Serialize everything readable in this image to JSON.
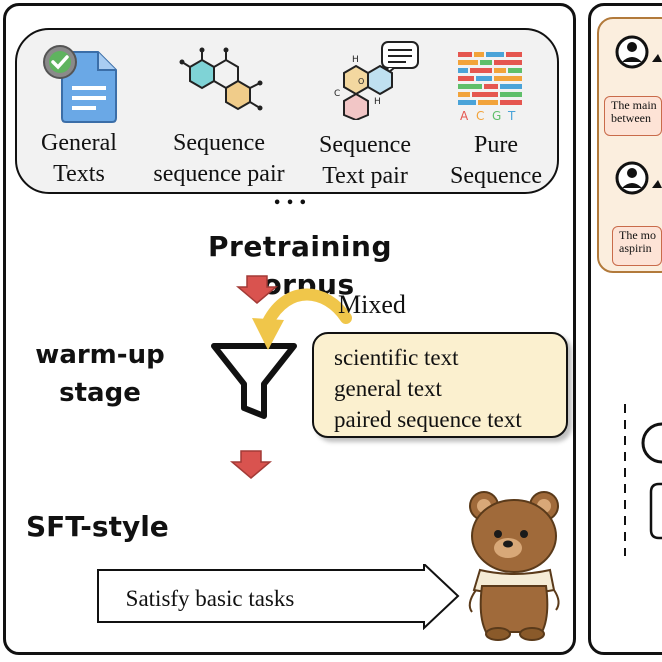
{
  "corpus": {
    "items": [
      {
        "label_line1": "General",
        "label_line2": "Texts",
        "icon": "document-check-icon"
      },
      {
        "label_line1": "Sequence",
        "label_line2": "sequence pair",
        "icon": "molecule-pair-icon"
      },
      {
        "label_line1": "Sequence",
        "label_line2": "Text pair",
        "icon": "molecule-chat-icon"
      },
      {
        "label_line1": "Pure",
        "label_line2": "Sequence",
        "icon": "dna-sequence-icon"
      }
    ],
    "ellipsis": "• • •",
    "title": "Pretraining corpus"
  },
  "warmup": {
    "label_line1": "warm-up",
    "label_line2": "stage",
    "mixed_label": "Mixed",
    "mixed_items": [
      "scientific text",
      "general text",
      "paired sequence text"
    ]
  },
  "sft": {
    "label": "SFT-style",
    "arrow_text": "Satisfy basic tasks"
  },
  "right_panel": {
    "bubble1_line1": "The main",
    "bubble1_line2": "between",
    "bubble2_line1": "The mo",
    "bubble2_line2": "aspirin"
  },
  "colors": {
    "down_arrow": "#d9534f",
    "mixed_box": "#fbf0cf",
    "corpus_box": "#f2f2f2",
    "curved_arrow": "#f0c64a"
  }
}
